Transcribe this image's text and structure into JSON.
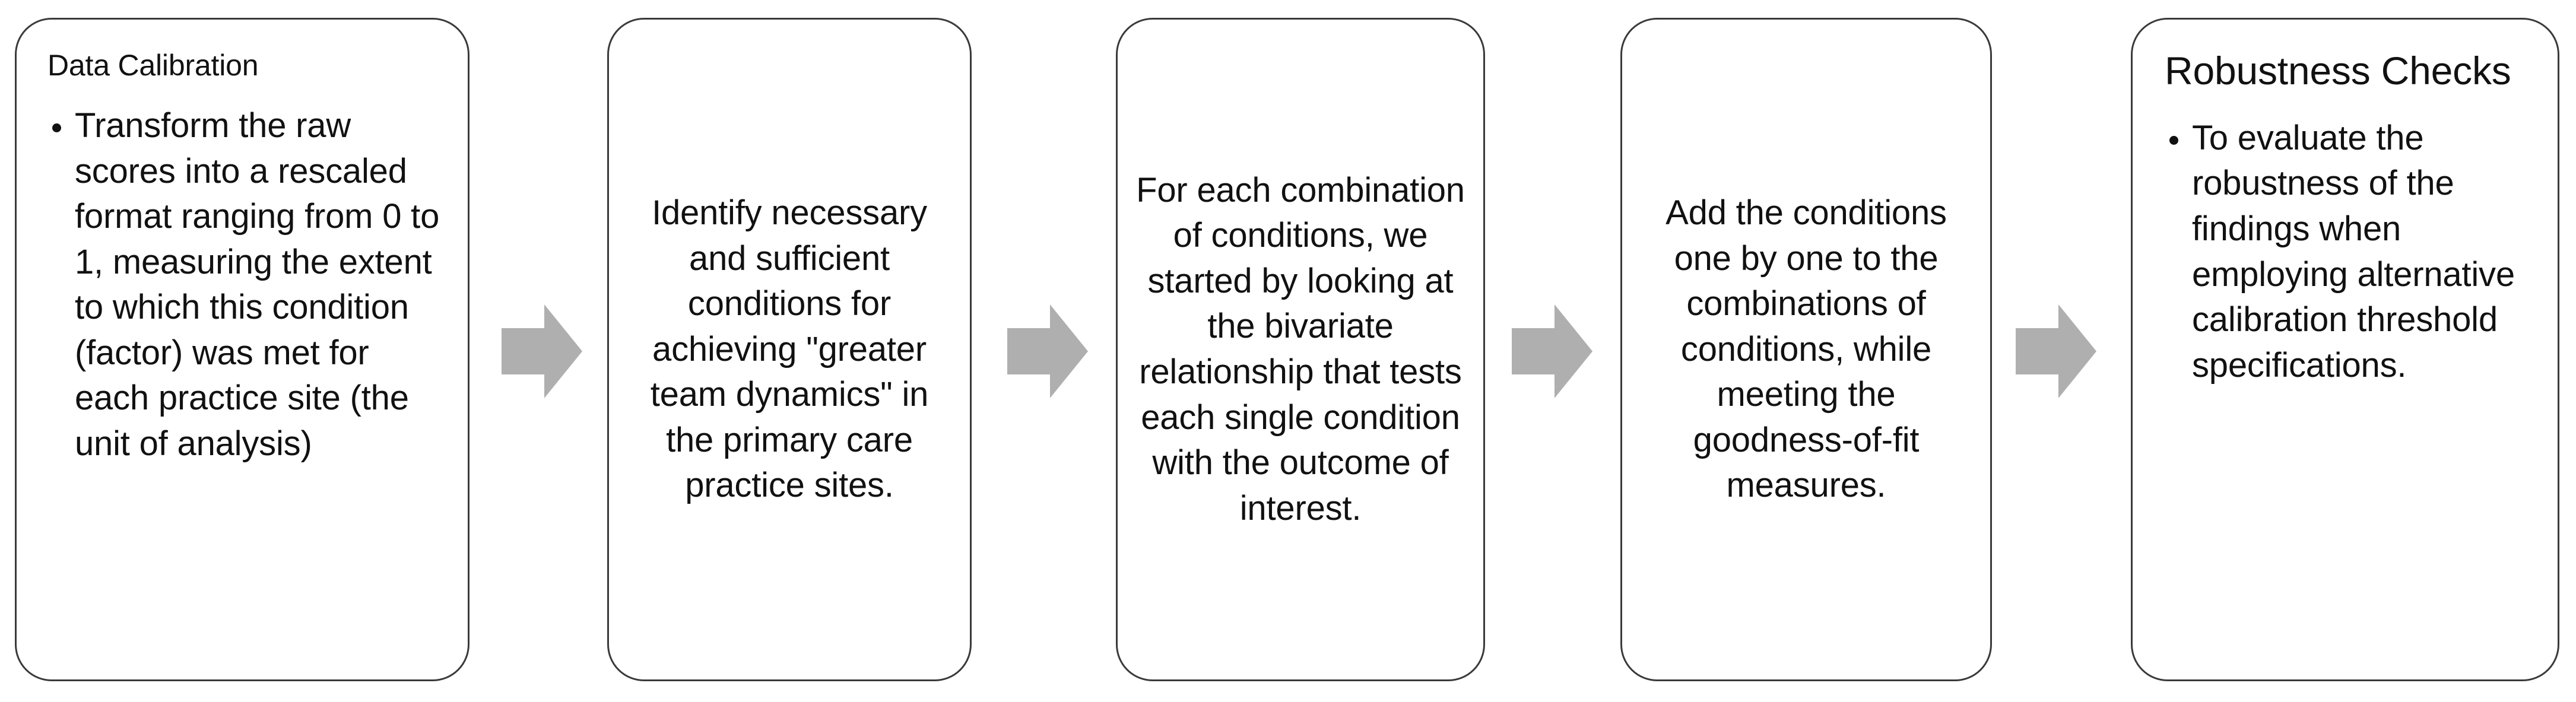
{
  "diagram": {
    "type": "horizontal-process-flow",
    "step_count": 5,
    "arrow_count": 4,
    "colors": {
      "box_border": "#3a3a3a",
      "box_fill": "#ffffff",
      "arrow_fill": "#afafaf",
      "text": "#111111"
    }
  },
  "steps": [
    {
      "id": "step-1",
      "title": "Data Calibration",
      "has_title": true,
      "align": "left",
      "bullets": [
        "Transform the raw scores into a rescaled format ranging from 0 to 1, measuring the extent to which this condition (factor) was met for each practice site (the unit of analysis)"
      ]
    },
    {
      "id": "step-2",
      "title": "",
      "has_title": false,
      "align": "center",
      "text": "Identify necessary and sufficient conditions for achieving \"greater team dynamics\" in the primary care practice sites."
    },
    {
      "id": "step-3",
      "title": "",
      "has_title": false,
      "align": "center",
      "text": "For each combination of conditions, we started by looking at the bivariate relationship that tests each single condition with the outcome of interest."
    },
    {
      "id": "step-4",
      "title": "",
      "has_title": false,
      "align": "center",
      "text": "Add the conditions one by one to the combinations of conditions, while meeting the goodness-of-fit measures."
    },
    {
      "id": "step-5",
      "title": "Robustness Checks",
      "has_title": true,
      "align": "left",
      "bullets": [
        "To evaluate the robustness of the findings when employing alternative calibration threshold specifications."
      ]
    }
  ],
  "connectors": [
    {
      "id": "connector-1",
      "icon": "right-arrow-icon",
      "from": "step-1",
      "to": "step-2"
    },
    {
      "id": "connector-2",
      "icon": "right-arrow-icon",
      "from": "step-2",
      "to": "step-3"
    },
    {
      "id": "connector-3",
      "icon": "right-arrow-icon",
      "from": "step-3",
      "to": "step-4"
    },
    {
      "id": "connector-4",
      "icon": "right-arrow-icon",
      "from": "step-4",
      "to": "step-5"
    }
  ]
}
